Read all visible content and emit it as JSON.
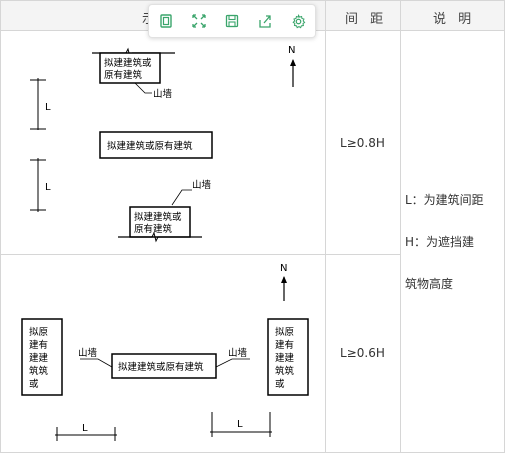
{
  "header": {
    "col1_label": "示",
    "col2_label": "间 距",
    "col3_label": "说 明"
  },
  "rows": [
    {
      "spacing": "L≥0.8H",
      "diagram": {
        "north": "N",
        "top_building": [
          "拟建建筑或",
          "原有建筑"
        ],
        "top_wall": "山墙",
        "middle_building": "拟建建筑或原有建筑",
        "bottom_wall": "山墙",
        "bottom_building": [
          "拟建建筑或",
          "原有建筑"
        ],
        "dim_upper": "L",
        "dim_lower": "L"
      }
    },
    {
      "spacing": "L≥0.6H",
      "diagram": {
        "north": "N",
        "left_building": [
          "拟原",
          "建有",
          "建建",
          "筑筑",
          "或"
        ],
        "left_wall": "山墙",
        "center_building": "拟建建筑或原有建筑",
        "right_wall": "山墙",
        "right_building": [
          "拟原",
          "建有",
          "建建",
          "筑筑",
          "或"
        ],
        "dim_left": "L",
        "dim_right": "L"
      }
    }
  ],
  "description": {
    "line1": "L：为建筑间距",
    "line2": "H：为遮挡建",
    "line3": "筑物高度"
  },
  "toolbar": {
    "icons": [
      "frame-icon",
      "expand-icon",
      "save-icon",
      "share-icon",
      "settings-icon"
    ]
  }
}
